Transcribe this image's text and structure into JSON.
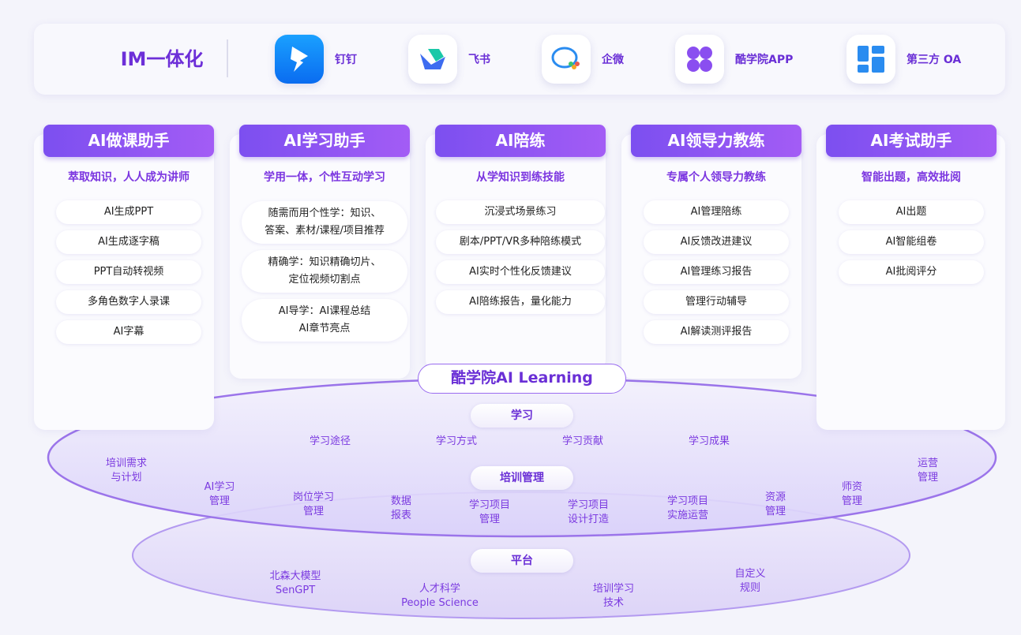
{
  "im": {
    "title": "IM一体化",
    "apps": [
      {
        "label": "钉钉",
        "icon": "dingtalk-icon"
      },
      {
        "label": "飞书",
        "icon": "feishu-icon"
      },
      {
        "label": "企微",
        "icon": "wecom-icon"
      },
      {
        "label": "酷学院APP",
        "icon": "kuxueyuan-app-icon"
      },
      {
        "label": "第三方 OA",
        "icon": "third-party-oa-icon"
      }
    ]
  },
  "cards": [
    {
      "title": "AI做课助手",
      "subtitle": "萃取知识，人人成为讲师",
      "items": [
        "AI生成PPT",
        "AI生成逐字稿",
        "PPT自动转视频",
        "多角色数字人录课",
        "AI字幕"
      ]
    },
    {
      "title": "AI学习助手",
      "subtitle": "学用一体，个性互动学习",
      "items": [
        "随需而用个性学：知识、\n答案、素材/课程/项目推荐",
        "精确学：知识精确切片、\n定位视频切割点",
        "AI导学：AI课程总结\nAI章节亮点"
      ]
    },
    {
      "title": "AI陪练",
      "subtitle": "从学知识到练技能",
      "items": [
        "沉浸式场景练习",
        "剧本/PPT/VR多种陪练模式",
        "AI实时个性化反馈建议",
        "AI陪练报告，量化能力"
      ]
    },
    {
      "title": "AI领导力教练",
      "subtitle": "专属个人领导力教练",
      "items": [
        "AI管理陪练",
        "AI反馈改进建议",
        "AI管理练习报告",
        "管理行动辅导",
        "AI解读测评报告"
      ]
    },
    {
      "title": "AI考试助手",
      "subtitle": "智能出题，高效批阅",
      "items": [
        "AI出题",
        "AI智能组卷",
        "AI批阅评分"
      ]
    }
  ],
  "core": "酷学院AI Learning",
  "layers": {
    "learning": {
      "title": "学习",
      "items": [
        "学习途径",
        "学习方式",
        "学习贡献",
        "学习成果"
      ]
    },
    "training": {
      "title": "培训管理",
      "items": [
        "培训需求\n与计划",
        "AI学习\n管理",
        "岗位学习\n管理",
        "数据\n报表",
        "学习项目\n管理",
        "学习项目\n设计打造",
        "学习项目\n实施运营",
        "资源\n管理",
        "师资\n管理",
        "运营\n管理"
      ]
    },
    "platform": {
      "title": "平台",
      "items": [
        "北森大模型\nSenGPT",
        "人才科学\nPeople Science",
        "培训学习\n技术",
        "自定义\n规则"
      ]
    }
  }
}
